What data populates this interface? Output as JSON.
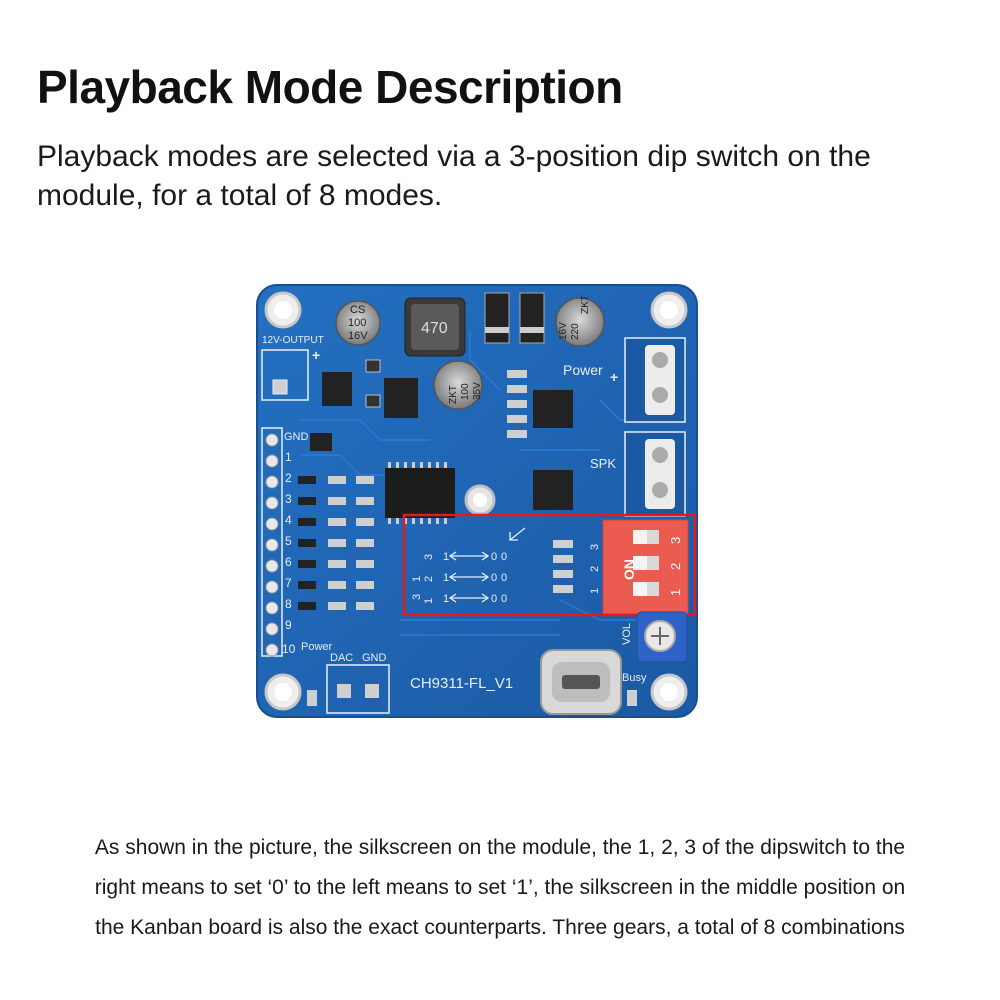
{
  "heading": {
    "title": "Playback Mode Description",
    "intro_lines": [
      "Playback modes are selected via a 3-position dip switch on the",
      "module, for a total of 8 modes."
    ]
  },
  "board": {
    "label_12v": "12V-OUTPUT",
    "cap_cs": [
      "CS",
      "100",
      "16V"
    ],
    "inductor": "470",
    "cap_zkt_top": [
      "ZKT",
      "220",
      "16V"
    ],
    "cap_zkt_mid": [
      "ZKT",
      "100",
      "35V"
    ],
    "label_power_top": "Power",
    "label_spk": "SPK",
    "label_gnd_side": "GND",
    "pin_numbers": [
      "1",
      "2",
      "3",
      "4",
      "5",
      "6",
      "7",
      "8",
      "9",
      "10"
    ],
    "label_power_bottom": "Power",
    "label_dac": "DAC",
    "label_gnd_bottom": "GND",
    "board_name": "CH9311-FL_V1",
    "label_busy": "Busy",
    "label_vol": "VOL",
    "dip_on": "ON",
    "dip_numbers": [
      "1",
      "2",
      "3"
    ],
    "silk_row_labels": [
      "3",
      "2",
      "1"
    ],
    "silk_digits": [
      "1",
      "0"
    ],
    "colors": {
      "pcb": "#1f63b3",
      "pcb_edge": "#174f93",
      "silk": "#e8eef7",
      "dip_body": "#ec5b4f",
      "highlight": "#e01b1b"
    }
  },
  "caption": {
    "lines": [
      "As shown in the picture, the silkscreen on the module, the 1, 2, 3 of the dipswitch to the",
      "right means to set ‘0’ to the left means to set ‘1’, the silkscreen in the middle position on",
      "the Kanban board is also the exact counterparts. Three gears, a total of 8 combinations"
    ]
  }
}
